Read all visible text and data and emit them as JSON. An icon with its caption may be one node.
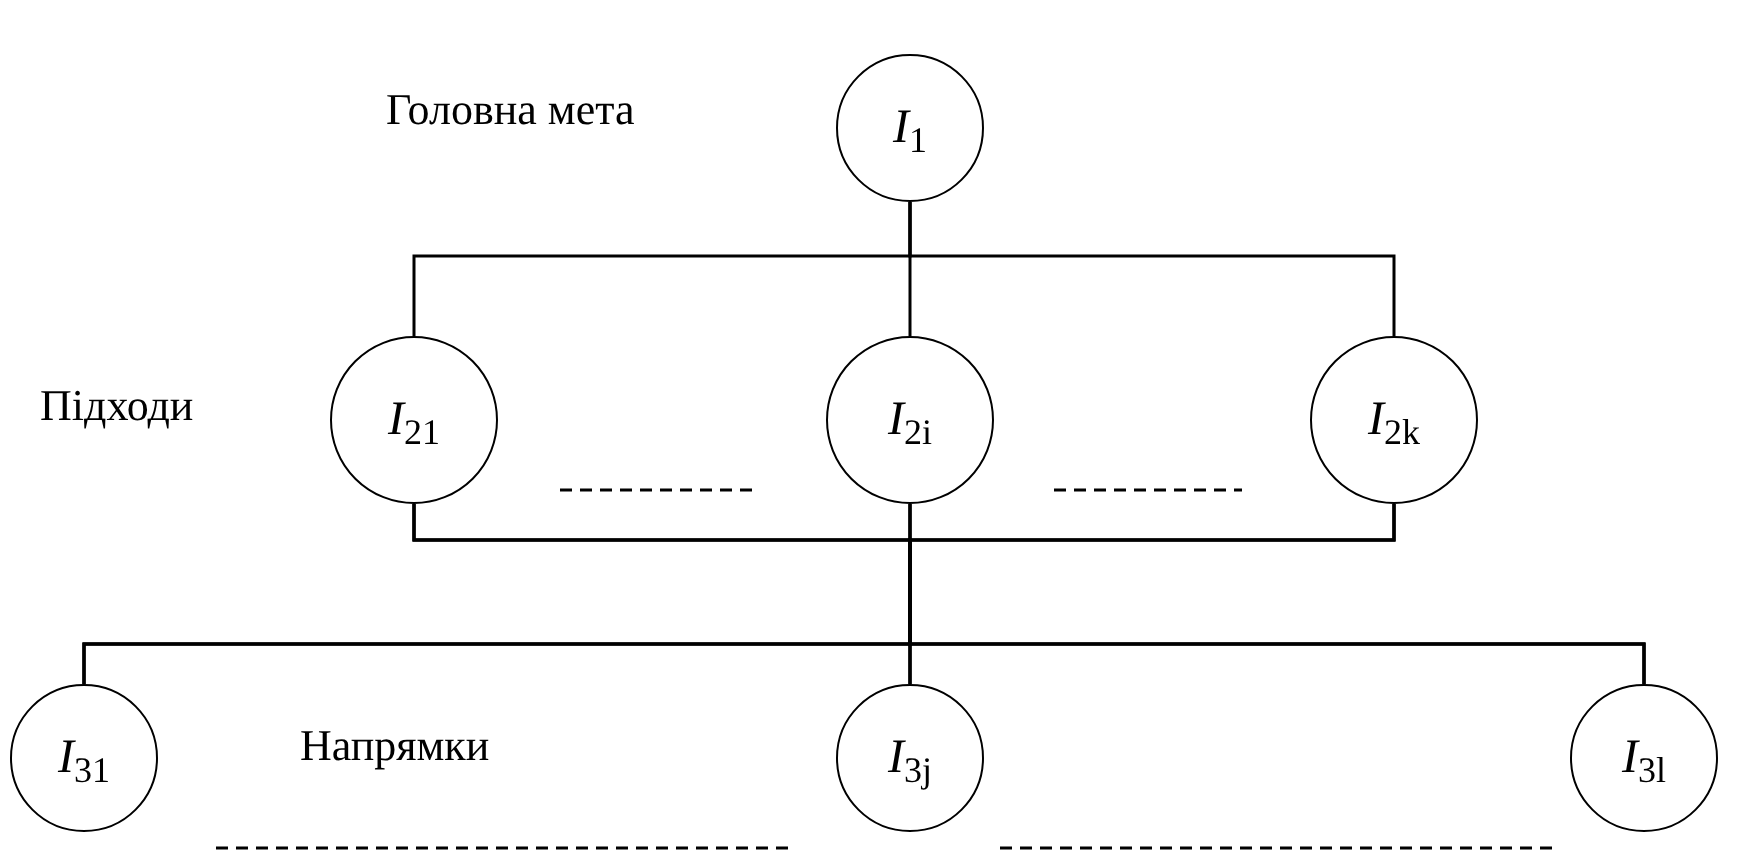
{
  "diagram": {
    "nodes": [
      {
        "text": [
          "*I*$_{1}$"
        ]
      },
      {
        "text": [
          "*I*$_{21}$"
        ]
      },
      {
        "text": [
          "*I*$_{2i}$"
        ]
      },
      {
        "text": [
          "*I*$_{2k}$"
        ]
      },
      {
        "text": [
          "*I*$_{31}$"
        ]
      },
      {
        "text": [
          "*I*$_{3j}$"
        ]
      },
      {
        "text": [
          "*I*$_{3l}$"
        ]
      }
    ],
    "edges": [
      {
        "from": 0,
        "to": 1,
        "arrow": "none"
      },
      {
        "from": 0,
        "to": 2,
        "arrow": "none"
      },
      {
        "from": 0,
        "to": 3,
        "arrow": "none"
      },
      {
        "from": 1,
        "to": 4,
        "arrow": "none"
      },
      {
        "from": 1,
        "to": 5,
        "arrow": "none"
      },
      {
        "from": 1,
        "to": 6,
        "arrow": "none"
      },
      {
        "from": 2,
        "to": 4,
        "arrow": "none"
      },
      {
        "from": 2,
        "to": 5,
        "arrow": "none"
      },
      {
        "from": 2,
        "to": 6,
        "arrow": "none"
      },
      {
        "from": 3,
        "to": 4,
        "arrow": "none"
      },
      {
        "from": 3,
        "to": 5,
        "arrow": "none"
      },
      {
        "from": 3,
        "to": 6,
        "arrow": "none"
      }
    ],
    "labels": [
      "Головна мета",
      "Підходи",
      "Напрямки"
    ]
  }
}
